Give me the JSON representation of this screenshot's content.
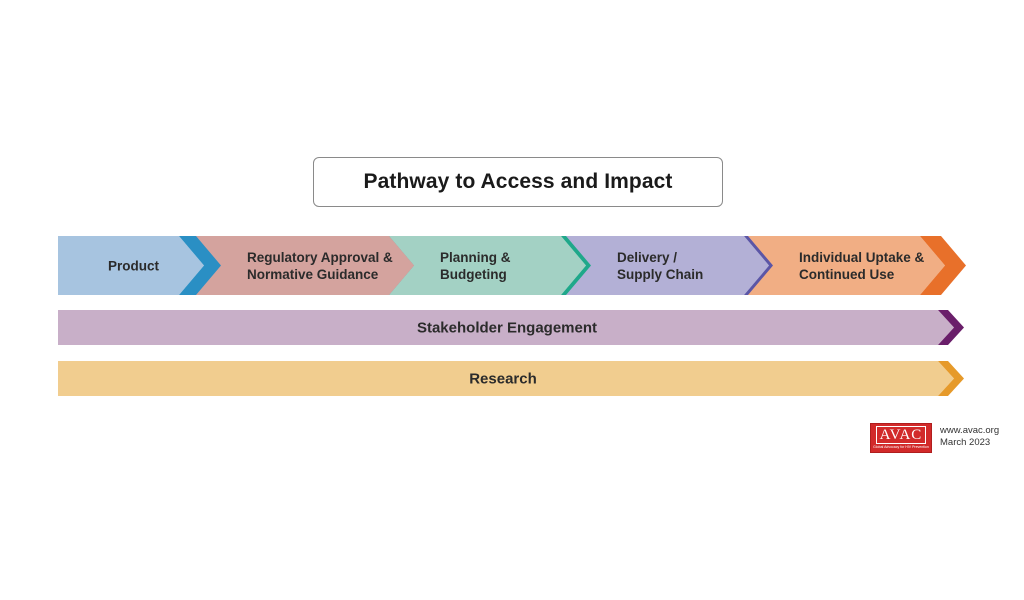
{
  "title": "Pathway to Access and Impact",
  "stages": [
    {
      "lines": [
        "Product"
      ],
      "body_color": "#a7c4e0",
      "chevron_color": "#2a8fc4"
    },
    {
      "lines": [
        "Regulatory Approval &",
        "Normative Guidance"
      ],
      "body_color": "#d4a39e",
      "chevron_color": "#a8283a"
    },
    {
      "lines": [
        "Planning &",
        "Budgeting"
      ],
      "body_color": "#a3d1c4",
      "chevron_color": "#1fa88a"
    },
    {
      "lines": [
        "Delivery /",
        "Supply Chain"
      ],
      "body_color": "#b3b0d6",
      "chevron_color": "#5b56a6"
    },
    {
      "lines": [
        "Individual Uptake &",
        "Continued Use"
      ],
      "body_color": "#f1ae84",
      "chevron_color": "#e8702a"
    }
  ],
  "bars": [
    {
      "label": "Stakeholder Engagement",
      "body_color": "#c8afc8",
      "tip_color": "#6a1e6a"
    },
    {
      "label": "Research",
      "body_color": "#f1cd8f",
      "tip_color": "#e69a2a"
    }
  ],
  "logo": {
    "word": "AVAC",
    "tagline": "Global Advocacy for HIV Prevention"
  },
  "credit": {
    "url": "www.avac.org",
    "date": "March 2023"
  }
}
